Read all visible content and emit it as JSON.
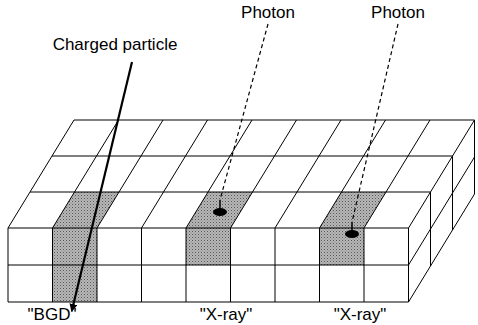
{
  "diagram": {
    "labels": [
      "Charged particle",
      "Photon",
      "Photon",
      "\"BGD\"",
      "\"X-ray\"",
      "\"X-ray\""
    ]
  }
}
